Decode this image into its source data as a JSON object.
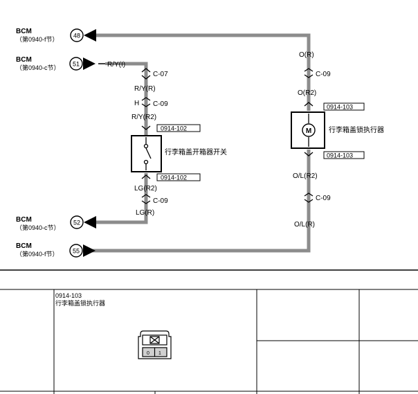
{
  "diagram": {
    "bcm_48": {
      "module": "BCM",
      "section": "（第0940-f节）",
      "pin": "48"
    },
    "bcm_51": {
      "module": "BCM",
      "section": "（第0940-c节）",
      "pin": "51",
      "wire": "R/Y(I)"
    },
    "bcm_52": {
      "module": "BCM",
      "section": "（第0940-c节）",
      "pin": "52"
    },
    "bcm_55": {
      "module": "BCM",
      "section": "（第0940-f节）",
      "pin": "55"
    },
    "left_branch": {
      "conn1": "C-07",
      "wire_ry_r": "R/Y(R)",
      "wire_h": "H",
      "conn2": "C-09",
      "wire_ry_r2": "R/Y(R2)",
      "switch_code_top": "0914-102",
      "switch_name": "行李箱盖开箱器开关",
      "switch_code_bottom": "0914-102",
      "wire_lg_r2": "LG(R2)",
      "conn3": "C-09",
      "wire_lg_r": "LG(R)"
    },
    "right_branch": {
      "wire_o_r": "O(R)",
      "conn1": "C-09",
      "wire_o_r2": "O(R2)",
      "actuator_code_top": "0914-103",
      "actuator_symbol": "M",
      "actuator_name": "行李箱盖锁执行器",
      "actuator_code_bottom": "0914-103",
      "wire_ol_r2": "O/L(R2)",
      "conn2": "C-09",
      "wire_ol_r": "O/L(R)"
    }
  },
  "connector_table": {
    "code": "0914-103",
    "name": "行李箱盖锁执行器",
    "pins": [
      "0",
      "1"
    ]
  }
}
